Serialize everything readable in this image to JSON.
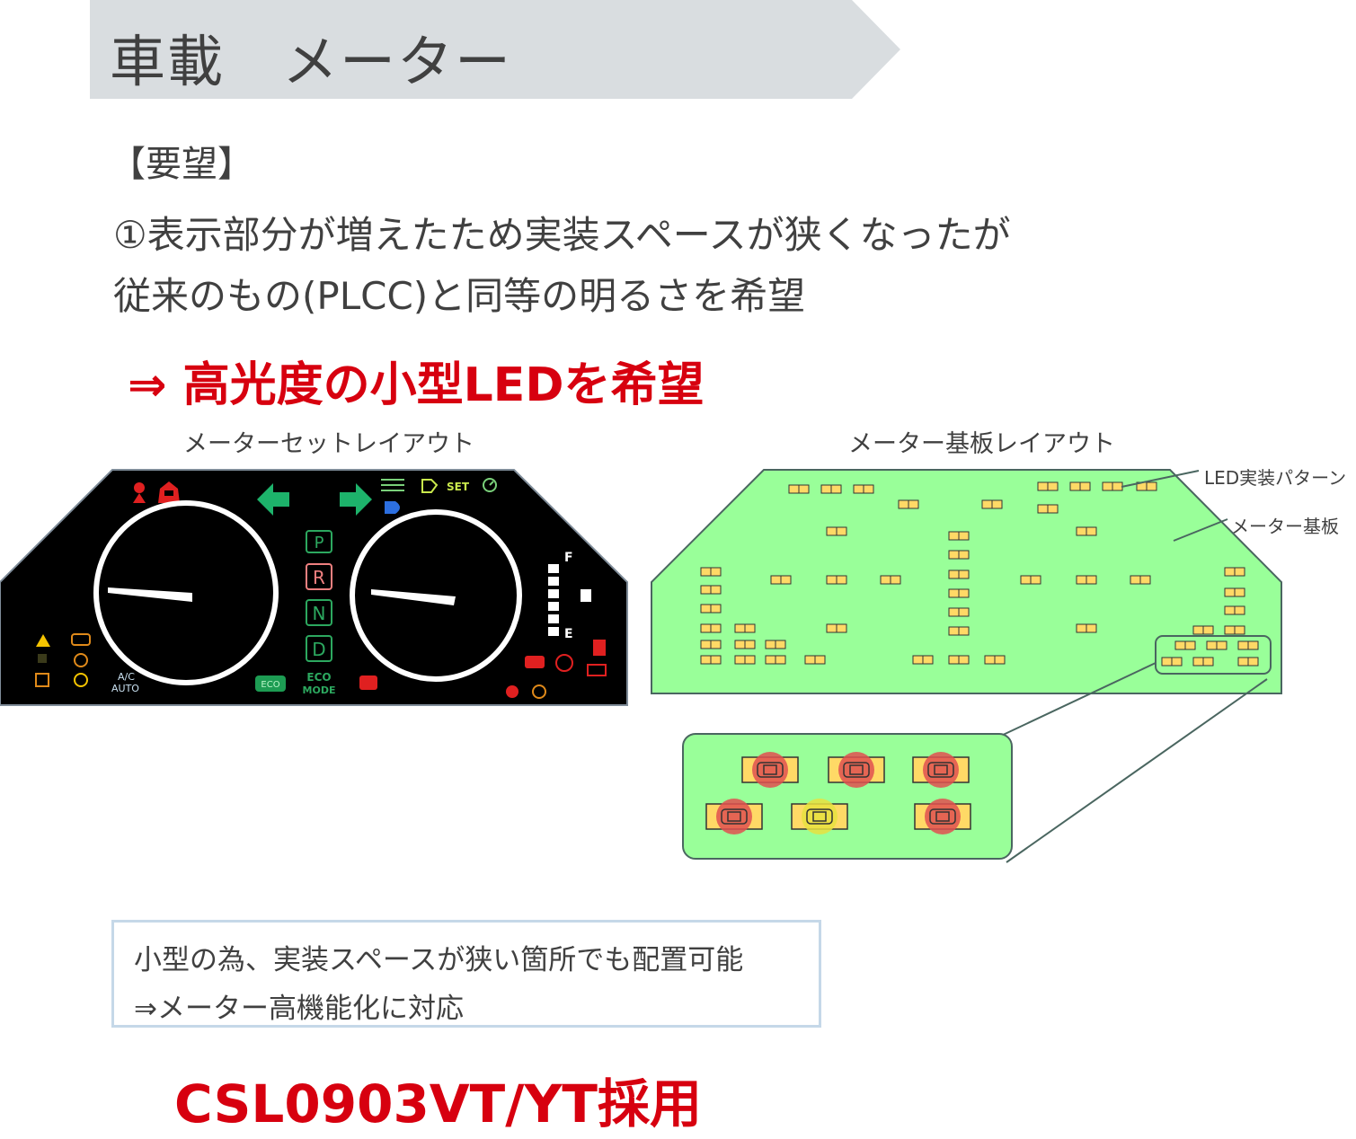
{
  "header": {
    "title": "車載　メーター",
    "banner_color": "#d9dde0"
  },
  "requirement": {
    "heading": "【要望】",
    "line1": "①表示部分が増えたため実装スペースが狭くなったが",
    "line2": "従来のもの(PLCC)と同等の明るさを希望",
    "conclusion": "⇒ 高光度の小型LEDを希望"
  },
  "meter_set": {
    "caption": "メーターセットレイアウト",
    "indicators": {
      "gear_p": "P",
      "gear_r": "R",
      "gear_n": "N",
      "gear_d": "D",
      "set": "SET",
      "ac": "A/C",
      "auto": "AUTO",
      "eco": "ECO",
      "eco_mode1": "ECO",
      "eco_mode2": "MODE",
      "fuel_f": "F",
      "fuel_e": "E"
    }
  },
  "board": {
    "caption": "メーター基板レイアウト",
    "label_led_pattern": "LED実装パターン",
    "label_board": "メーター基板",
    "board_color": "#99ff99",
    "pad_color": "#ffd966"
  },
  "note": {
    "line1": "小型の為、実装スペースが狭い箇所でも配置可能",
    "line2": "⇒メーター高機能化に対応"
  },
  "product": "CSL0903VT/YT採用",
  "colors": {
    "accent_red": "#d7000f",
    "text_gray": "#404040"
  }
}
